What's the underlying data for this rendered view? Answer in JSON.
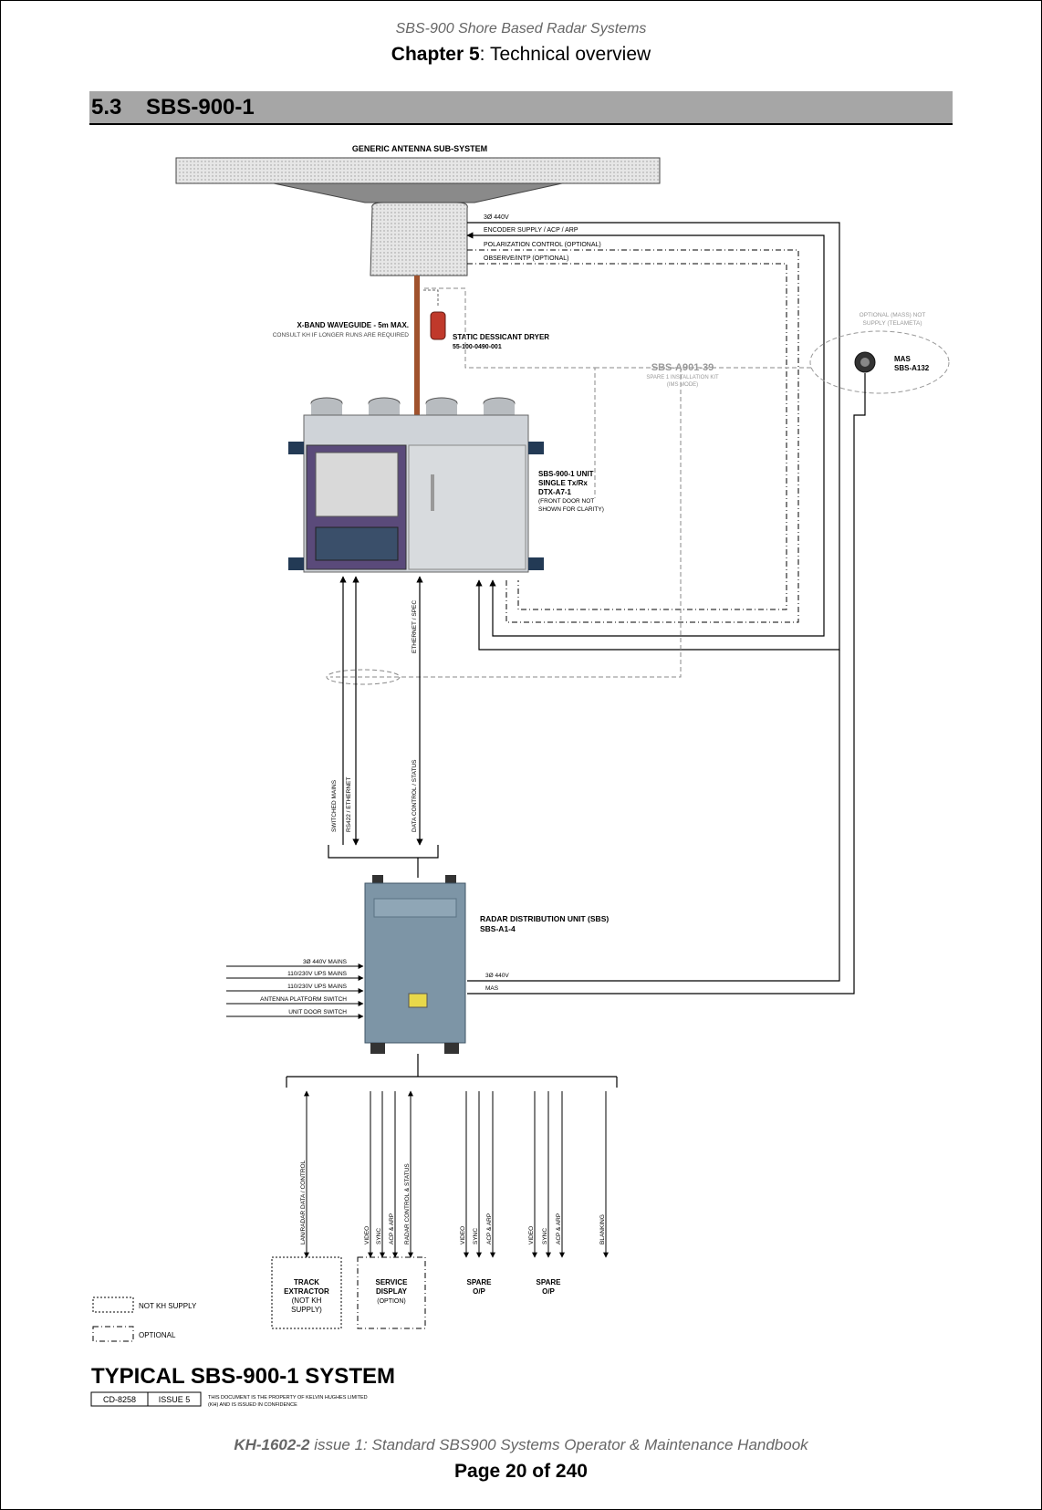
{
  "header": {
    "doc_title": "SBS-900 Shore Based Radar Systems",
    "chapter_label": "Chapter 5",
    "chapter_sep": ": ",
    "chapter_title": "Technical overview"
  },
  "section": {
    "number": "5.3",
    "title": "SBS-900-1"
  },
  "diagram": {
    "antenna_label": "GENERIC ANTENNA SUB-SYSTEM",
    "antenna_cables": [
      "3Ø 440V",
      "ENCODER SUPPLY / ACP / ARP",
      "POLARIZATION CONTROL (OPTIONAL)",
      "OBSERVE/INTP (OPTIONAL)"
    ],
    "waveguide_title": "X-BAND WAVEGUIDE - 5m MAX.",
    "waveguide_note": "CONSULT KH IF LONGER RUNS ARE REQUIRED",
    "dryer_title": "STATIC DESSICANT DRYER",
    "dryer_part": "55-100-0490-001",
    "cable_part": "SBS-A901-39",
    "cable_note_1": "SPARE 1 INSTALLATION KIT",
    "cable_note_2": "(IMS MODE)",
    "mas_optional_1": "OPTIONAL (MASS) NOT",
    "mas_optional_2": "SUPPLY (TELAMETA)",
    "mas_title": "MAS",
    "mas_part": "SBS-A132",
    "unit_title": "SBS-900-1 UNIT",
    "unit_line2": "SINGLE Tx/Rx",
    "unit_line3": "DTX-A7-1",
    "unit_note_1": "(FRONT DOOR NOT",
    "unit_note_2": "SHOWN FOR CLARITY)",
    "vertical_link_left_1": "SWITCHED MAINS",
    "vertical_link_left_2": "RS422 / ETHERNET",
    "vertical_link_right": "DATA CONTROL / STATUS",
    "vertical_link_top": "ETHERNET / SPEC",
    "rdu_title": "RADAR DISTRIBUTION UNIT (SBS)",
    "rdu_part": "SBS-A1-4",
    "rdu_inputs": [
      "3Ø 440V MAINS",
      "110/230V UPS MAINS",
      "110/230V UPS MAINS",
      "ANTENNA PLATFORM SWITCH",
      "UNIT DOOR SWITCH"
    ],
    "rdu_right_1": "3Ø 440V",
    "rdu_right_2": "MAS",
    "output_labels": [
      "LAN/RADAR DATA / CONTROL",
      "VIDEO",
      "SYNC",
      "ACP & ARP",
      "RADAR CONTROL & STATUS",
      "VIDEO",
      "SYNC",
      "ACP & ARP",
      "VIDEO",
      "SYNC",
      "ACP & ARP",
      "BLANKING"
    ],
    "track_1": "TRACK",
    "track_2": "EXTRACTOR",
    "track_3": "(NOT KH",
    "track_4": "SUPPLY)",
    "service_1": "SERVICE",
    "service_2": "DISPLAY",
    "service_3": "(OPTION)",
    "spare_a_1": "SPARE",
    "spare_a_2": "O/P",
    "spare_b_1": "SPARE",
    "spare_b_2": "O/P",
    "legend_not_supply": "NOT KH SUPPLY",
    "legend_optional": "OPTIONAL",
    "system_title": "TYPICAL SBS-900-1 SYSTEM",
    "drawing_number": "CD-8258",
    "drawing_issue": "ISSUE 5",
    "copyright_1": "THIS DOCUMENT IS THE PROPERTY OF KELVIN HUGHES LIMITED",
    "copyright_2": "(KH) AND IS ISSUED IN CONFIDENCE"
  },
  "footer": {
    "doc_code": "KH-1602-2",
    "doc_rest": " issue 1: Standard SBS900 Systems Operator & Maintenance Handbook",
    "page": "Page 20 of 240"
  },
  "colors": {
    "section_bar": "#a6a6a6",
    "unit_body": "#cfd3d8",
    "rdu_body": "#7d95a6",
    "waveguide": "#a0522d",
    "dryer": "#c0392b"
  }
}
